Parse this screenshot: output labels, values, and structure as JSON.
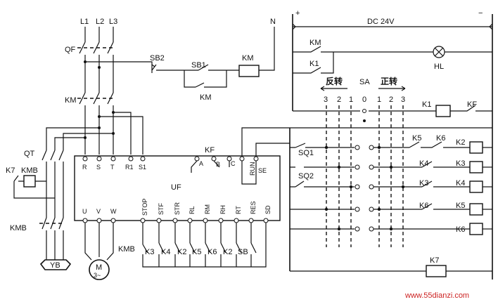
{
  "power": {
    "l1": "L1",
    "l2": "L2",
    "l3": "L3",
    "n": "N",
    "plus": "+",
    "minus": "−",
    "dc": "DC 24V"
  },
  "devices": {
    "qf": "QF",
    "km": "KM",
    "sb2": "SB2",
    "sb1": "SB1",
    "km_hold": "KM",
    "km_coil": "KM",
    "qt": "QT",
    "k7": "K7",
    "kmb_coil": "KMB",
    "kmb_contact": "KMB",
    "yb": "YB",
    "uf": "UF",
    "kf": "KF",
    "kf_a": "A",
    "kf_b": "B",
    "kf_c": "C",
    "motor_m": "M",
    "motor_3": "3~",
    "km_dc": "KM",
    "k1_dc": "K1",
    "hl": "HL",
    "sq1": "SQ1",
    "sq2": "SQ2",
    "k1_coil": "K1",
    "kf_contact": "KF",
    "k7_coil": "K7",
    "kmb_bottom": "KMB",
    "sb_bottom": "SB"
  },
  "uf_terminals": {
    "top": [
      "R",
      "S",
      "T",
      "R1",
      "S1"
    ],
    "bottom": [
      "U",
      "V",
      "W",
      "STOP",
      "STF",
      "STR",
      "RL",
      "RM",
      "RH",
      "RT",
      "RES",
      "SD"
    ],
    "run": "RUN",
    "se": "SE"
  },
  "bottom_contacts": [
    "K3",
    "K4",
    "K2",
    "K5",
    "K6",
    "K2"
  ],
  "selector": {
    "name": "SA",
    "reverse": "反转",
    "forward": "正转",
    "positions": [
      "3",
      "2",
      "1",
      "0",
      "1",
      "2",
      "3"
    ]
  },
  "right_relays": {
    "row1": {
      "c1": "K5",
      "c2": "K6",
      "coil": "K2"
    },
    "row2": {
      "c1": "K4",
      "coil": "K3"
    },
    "row3": {
      "c1": "K3",
      "coil": "K4"
    },
    "row4": {
      "c1": "K6",
      "coil": "K5"
    },
    "row5": {
      "coil": "K6"
    }
  },
  "watermark": "www.55dianzi.com"
}
